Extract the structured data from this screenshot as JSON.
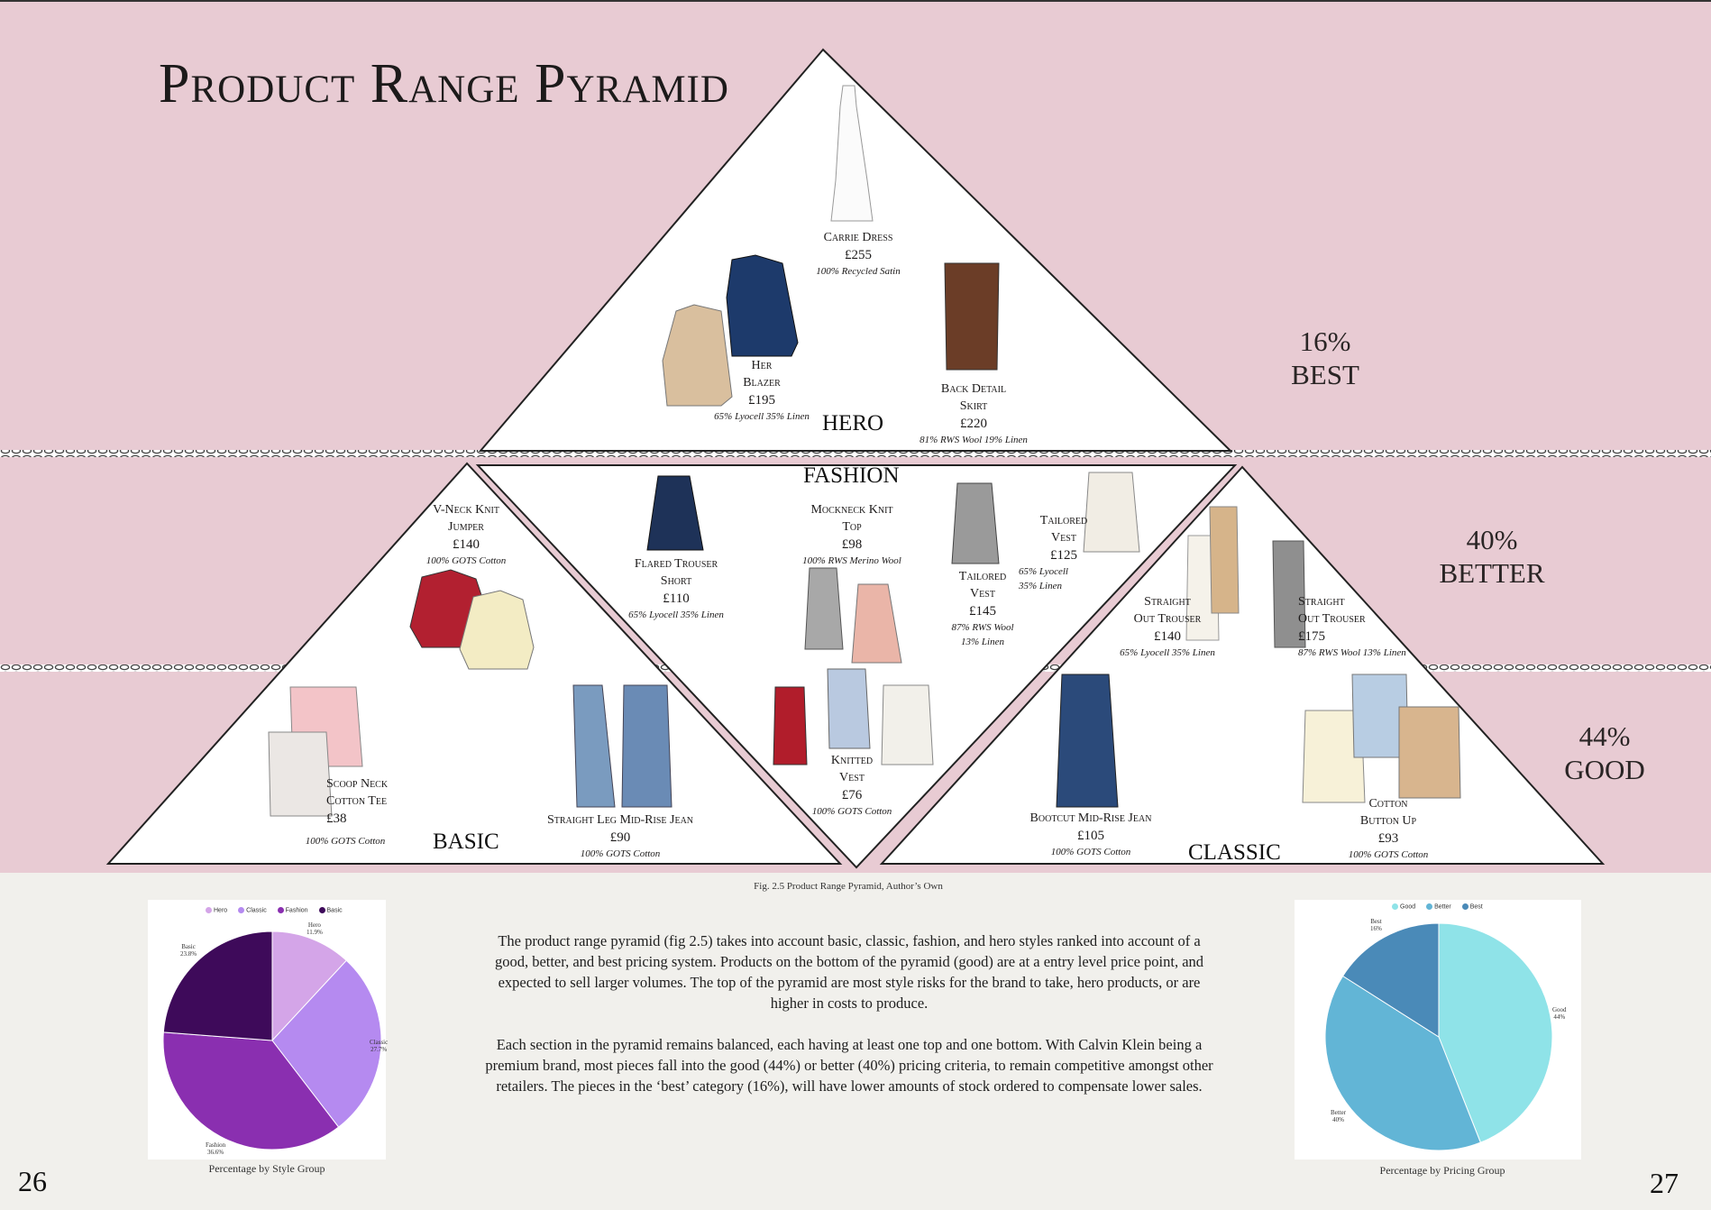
{
  "title": "Product Range Pyramid",
  "tiers": {
    "best": {
      "pct": "16%",
      "label": "BEST"
    },
    "better": {
      "pct": "40%",
      "label": "BETTER"
    },
    "good": {
      "pct": "44%",
      "label": "GOOD"
    }
  },
  "sections": {
    "hero": "HERO",
    "fashion": "FASHION",
    "basic": "BASIC",
    "classic": "CLASSIC"
  },
  "products": {
    "carrie": {
      "name": "Carrie Dress",
      "price": "£255",
      "fabric": "100% Recycled Satin"
    },
    "blazer": {
      "name1": "Her",
      "name2": "Blazer",
      "price": "£195",
      "fabric": "65% Lyocell 35% Linen"
    },
    "skirt": {
      "name1": "Back Detail",
      "name2": "Skirt",
      "price": "£220",
      "fabric": "81% RWS Wool 19% Linen"
    },
    "vneck": {
      "name1": "V-Neck Knit",
      "name2": "Jumper",
      "price": "£140",
      "fabric": "100% GOTS Cotton"
    },
    "flared": {
      "name1": "Flared Trouser",
      "name2": "Short",
      "price": "£110",
      "fabric": "65% Lyocell 35% Linen"
    },
    "mockneck": {
      "name1": "Mockneck Knit",
      "name2": "Top",
      "price": "£98",
      "fabric": "100% RWS Merino Wool"
    },
    "vest145": {
      "name1": "Tailored",
      "name2": "Vest",
      "price": "£145",
      "fabric1": "87% RWS Wool",
      "fabric2": "13% Linen"
    },
    "vest125": {
      "name1": "Tailored",
      "name2": "Vest",
      "price": "£125",
      "fabric1": "65% Lyocell",
      "fabric2": "35% Linen"
    },
    "trouser140": {
      "name1": "Straight",
      "name2": "Out Trouser",
      "price": "£140",
      "fabric": "65% Lyocell 35% Linen"
    },
    "trouser175": {
      "name1": "Straight",
      "name2": "Out Trouser",
      "price": "£175",
      "fabric": "87% RWS Wool 13% Linen"
    },
    "scoop": {
      "name1": "Scoop Neck",
      "name2": "Cotton Tee",
      "price": "£38",
      "fabric": "100% GOTS Cotton"
    },
    "straightjean": {
      "name": "Straight Leg Mid-Rise Jean",
      "price": "£90",
      "fabric": "100% GOTS Cotton"
    },
    "knitvest": {
      "name1": "Knitted",
      "name2": "Vest",
      "price": "£76",
      "fabric": "100% GOTS Cotton"
    },
    "bootcut": {
      "name": "Bootcut Mid-Rise Jean",
      "price": "£105",
      "fabric": "100% GOTS Cotton"
    },
    "buttonup": {
      "name1": "Cotton",
      "name2": "Button Up",
      "price": "£93",
      "fabric": "100% GOTS Cotton"
    }
  },
  "caption": "Fig. 2.5 Product Range Pyramid, Author’s Own",
  "body": {
    "p1": "The product range pyramid (fig 2.5) takes into account basic, classic, fashion, and hero styles ranked into account of a good, better, and best pricing system. Products on the bottom of the pyramid (good) are at a entry level price point, and expected to sell larger volumes. The top of the pyramid are most style risks for the brand to take, hero products, or are higher in costs to produce.",
    "p2": "Each section in the pyramid remains balanced, each having at least one top and one bottom. With Calvin Klein being a premium brand, most pieces fall into the good (44%) or better (40%) pricing criteria, to remain competitive amongst other retailers. The pieces in the ‘best’ category (16%), will have lower amounts of stock ordered to compensate lower sales."
  },
  "chart_data": [
    {
      "type": "pie",
      "title": "Percentage by Style Group",
      "categories": [
        "Hero",
        "Classic",
        "Fashion",
        "Basic"
      ],
      "values": [
        11.9,
        27.7,
        36.6,
        23.8
      ],
      "labels": [
        "11.9%",
        "27.7%",
        "36.6%",
        "23.8%"
      ],
      "colors": [
        "#d4a5e8",
        "#b58af0",
        "#8a2fb0",
        "#3e0a5a"
      ],
      "legend": "top"
    },
    {
      "type": "pie",
      "title": "Percentage by Pricing Group",
      "categories": [
        "Good",
        "Better",
        "Best"
      ],
      "values": [
        44,
        40,
        16
      ],
      "labels": [
        "44%",
        "40%",
        "16%"
      ],
      "colors": [
        "#8fe3e8",
        "#62b5d6",
        "#4a8ab8"
      ],
      "legend": "top"
    }
  ],
  "page_numbers": {
    "left": "26",
    "right": "27"
  }
}
